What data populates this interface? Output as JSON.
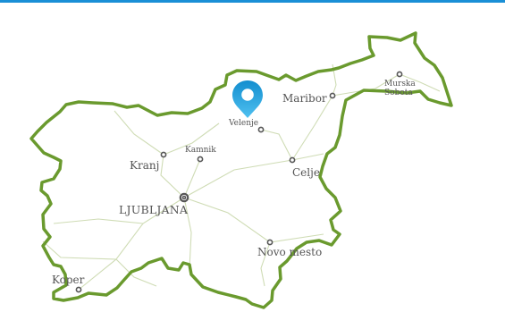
{
  "colors": {
    "topbar": "#1a8fd6",
    "border": "#6a9a2e",
    "road": "#cfdcb5",
    "dot": "#555555",
    "text": "#555555",
    "pin_top": "#138ecf",
    "pin_bottom": "#4fc0f0"
  },
  "map": {
    "cities": {
      "maribor": "Maribor",
      "murska_line1": "Murska",
      "murska_line2": "Sobota",
      "velenje": "Velenje",
      "kamnik": "Kamnik",
      "kranj": "Kranj",
      "celje": "Celje",
      "ljubljana": "LJUBLJANA",
      "novo_mesto": "Novo mesto",
      "koper": "Koper"
    },
    "selected_city": "Velenje",
    "marker_icon": "location-pin-icon"
  }
}
